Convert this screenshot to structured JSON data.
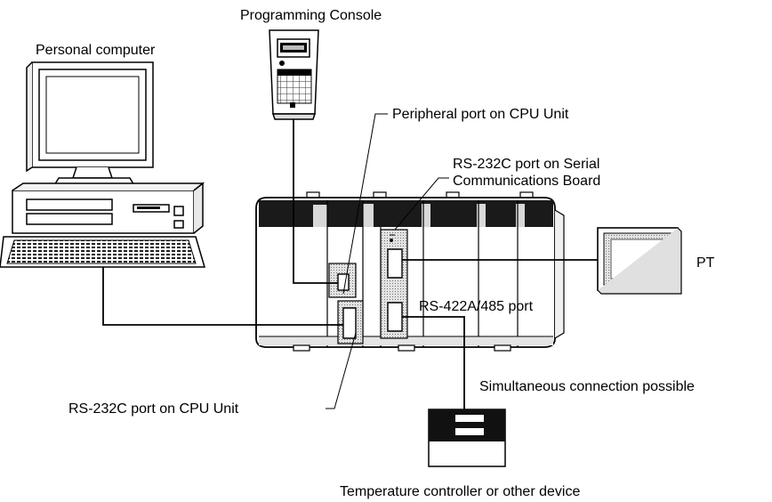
{
  "labels": {
    "programming_console": "Programming Console",
    "personal_computer": "Personal computer",
    "peripheral_port": "Peripheral port on CPU Unit",
    "rs232c_scb_line1": "RS-232C port on Serial",
    "rs232c_scb_line2": "Communications Board",
    "pt": "PT",
    "rs422_port": "RS-422A/485 port",
    "simultaneous": "Simultaneous connection possible",
    "rs232c_cpu": "RS-232C port on CPU Unit",
    "temp_controller": "Temperature controller or other device"
  },
  "colors": {
    "ink": "#000000",
    "dark": "#1a1a1a",
    "mid": "#888888",
    "light": "#d8d8d8"
  }
}
